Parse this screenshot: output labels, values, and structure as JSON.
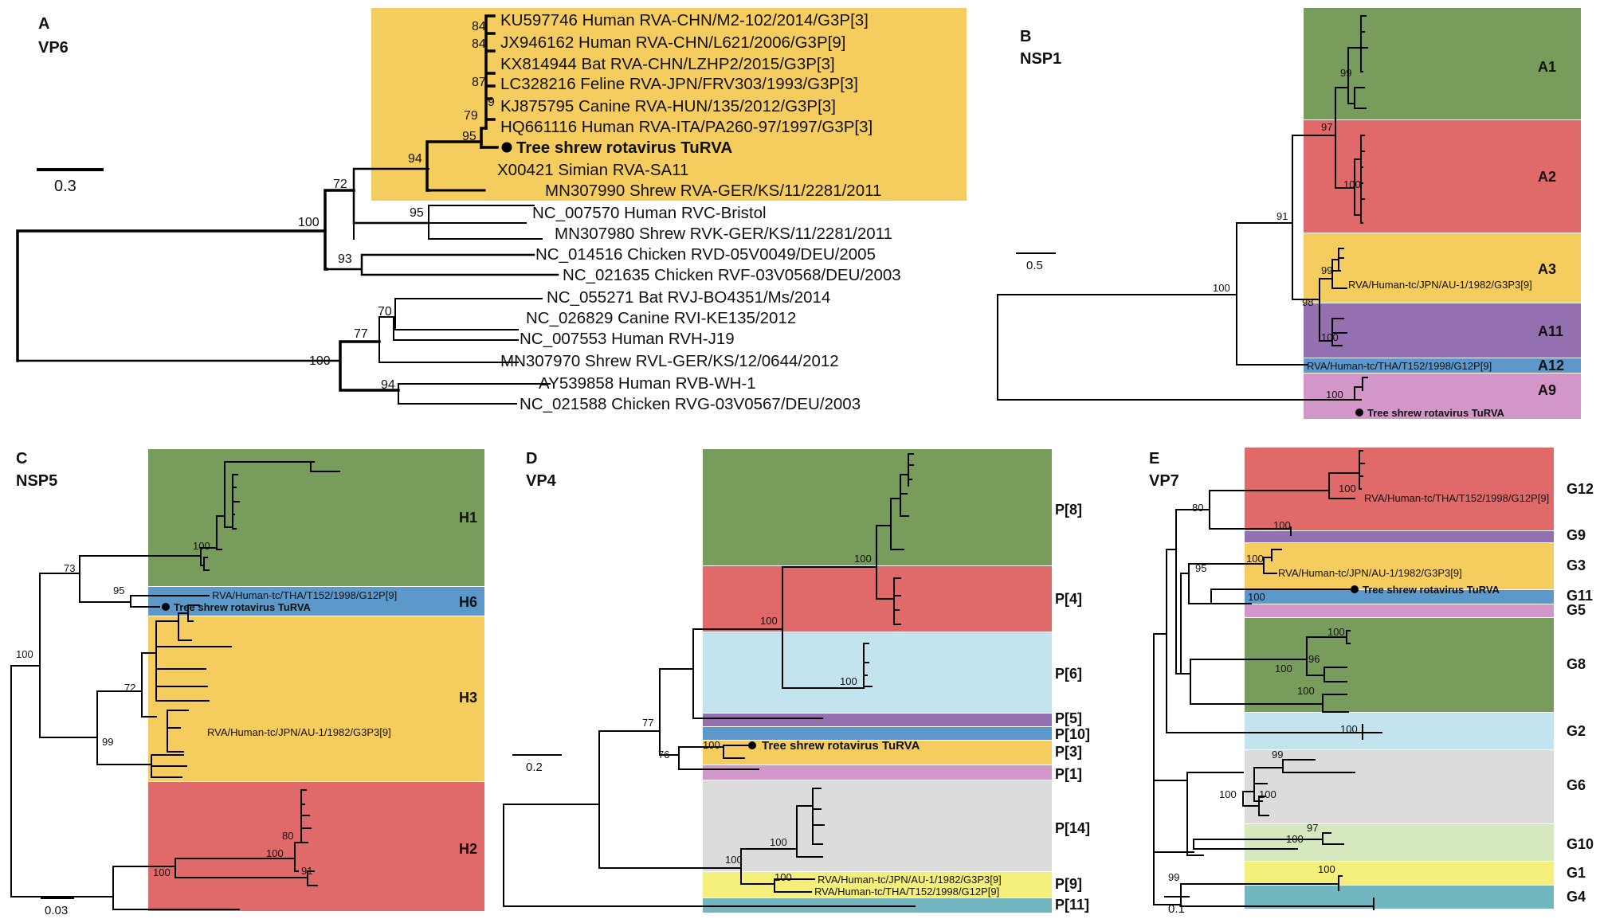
{
  "colors": {
    "green": "#789c5b",
    "red": "#e0696a",
    "yellow": "#f5cc5e",
    "purple": "#9570b0",
    "blue": "#5c98c9",
    "pink": "#d396c8",
    "lightblue": "#c3e3ee",
    "gray": "#dcdcdc",
    "lightyellow": "#f4ee7a",
    "teal": "#72b6c0",
    "lightgreen": "#d6e8bd"
  },
  "panels": {
    "A": {
      "letter": "A",
      "gene": "VP6",
      "scale": "0.3",
      "tips": [
        "KU597746 Human RVA-CHN/M2-102/2014/G3P[3]",
        "JX946162 Human RVA-CHN/L621/2006/G3P[9]",
        "KX814944 Bat RVA-CHN/LZHP2/2015/G3P[3]",
        "LC328216 Feline RVA-JPN/FRV303/1993/G3P[3]",
        "KJ875795 Canine RVA-HUN/135/2012/G3P[3]",
        "HQ661116 Human RVA-ITA/PA260-97/1997/G3P[3]",
        "Tree shrew rotavirus TuRVA",
        "X00421 Simian RVA-SA11",
        "MN307990 Shrew RVA-GER/KS/11/2281/2011",
        "NC_007570 Human RVC-Bristol",
        "MN307980 Shrew RVK-GER/KS/11/2281/2011",
        "NC_014516 Chicken RVD-05V0049/DEU/2005",
        "NC_021635 Chicken RVF-03V0568/DEU/2003",
        "NC_055271 Bat RVJ-BO4351/Ms/2014",
        "NC_026829 Canine RVI-KE135/2012",
        "NC_007553 Human RVH-J19",
        "MN307970 Shrew RVL-GER/KS/12/0644/2012",
        "AY539858 Human RVB-WH-1",
        "NC_021588 Chicken RVG-03V0567/DEU/2003"
      ],
      "support": [
        "84",
        "84",
        "87",
        "9",
        "79",
        "95",
        "94",
        "72",
        "100",
        "95",
        "93",
        "70",
        "77",
        "100",
        "94"
      ]
    },
    "B": {
      "letter": "B",
      "gene": "NSP1",
      "scale": "0.5",
      "clades": [
        "A1",
        "A2",
        "A3",
        "A11",
        "A12",
        "A9"
      ],
      "tips": [
        "RVA/Human-tc/JPN/AU-1/1982/G3P3[9]",
        "RVA/Human-tc/THA/T152/1998/G12P[9]",
        "Tree shrew rotavirus TuRVA"
      ],
      "support": [
        "99",
        "97",
        "100",
        "91",
        "99",
        "98",
        "100",
        "100",
        "100"
      ]
    },
    "C": {
      "letter": "C",
      "gene": "NSP5",
      "scale": "0.03",
      "clades": [
        "H1",
        "H6",
        "H3",
        "H2"
      ],
      "tips": [
        "RVA/Human-tc/THA/T152/1998/G12P[9]",
        "Tree shrew rotavirus TuRVA",
        "RVA/Human-tc/JPN/AU-1/1982/G3P3[9]"
      ],
      "support": [
        "100",
        "73",
        "95",
        "100",
        "72",
        "99",
        "80",
        "100",
        "91",
        "100"
      ]
    },
    "D": {
      "letter": "D",
      "gene": "VP4",
      "scale": "0.2",
      "clades": [
        "P[8]",
        "P[4]",
        "P[6]",
        "P[5]",
        "P[10]",
        "P[3]",
        "P[1]",
        "P[14]",
        "P[9]",
        "P[11]"
      ],
      "tips": [
        "Tree shrew rotavirus TuRVA",
        "RVA/Human-tc/JPN/AU-1/1982/G3P3[9]",
        "RVA/Human-tc/THA/T152/1998/G12P[9]"
      ],
      "support": [
        "100",
        "100",
        "100",
        "77",
        "100",
        "76",
        "100",
        "100",
        "100"
      ]
    },
    "E": {
      "letter": "E",
      "gene": "VP7",
      "scale": "0.1",
      "clades": [
        "G12",
        "G9",
        "G3",
        "G11",
        "G5",
        "G8",
        "G2",
        "G6",
        "G10",
        "G1",
        "G4"
      ],
      "tips": [
        "RVA/Human-tc/THA/T152/1998/G12P[9]",
        "RVA/Human-tc/JPN/AU-1/1982/G3P3[9]",
        "Tree shrew rotavirus TuRVA"
      ],
      "support": [
        "100",
        "80",
        "100",
        "100",
        "95",
        "100",
        "100",
        "96",
        "100",
        "100",
        "100",
        "99",
        "100",
        "100",
        "97",
        "100",
        "99",
        "100"
      ]
    }
  }
}
